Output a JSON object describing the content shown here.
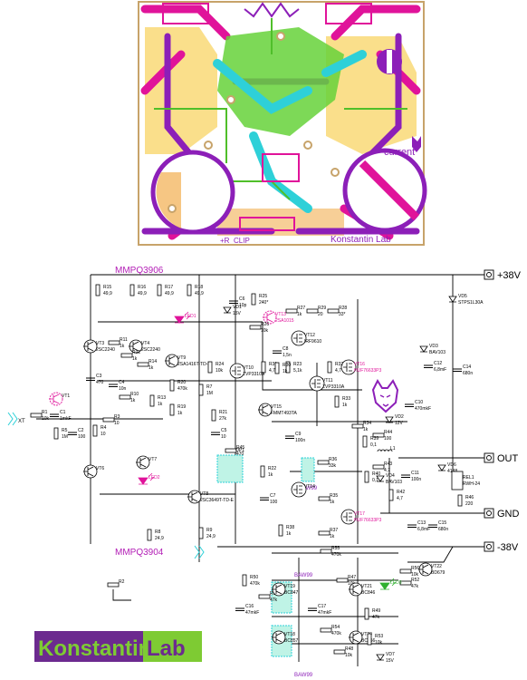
{
  "pcb": {
    "brand": "Konstantin Lab",
    "label_current": "current",
    "label_r": "+R",
    "label_clip": "CLIP",
    "palette": {
      "purple": "#8c1fb8",
      "magenta": "#e0139a",
      "green": "#66d23a",
      "cyan": "#2ed0d8",
      "yellow": "#f5c52b",
      "orange": "#f0a030",
      "copper": "#c7a36a"
    }
  },
  "schematic": {
    "rails": {
      "pos": "+38V",
      "out": "OUT",
      "gnd": "GND",
      "neg": "-38V"
    },
    "headings": {
      "top": "MMPQ3906",
      "bottom": "MMPQ3904"
    },
    "input": {
      "label": "XT"
    },
    "parts": [
      {
        "id": "R15",
        "value": "49,9"
      },
      {
        "id": "R16",
        "value": "49,9"
      },
      {
        "id": "R17",
        "value": "49,9"
      },
      {
        "id": "R18",
        "value": "49,9"
      },
      {
        "id": "LED1",
        "value": ""
      },
      {
        "id": "VT3",
        "value": "2SC2240"
      },
      {
        "id": "VT4",
        "value": "2SC2240"
      },
      {
        "id": "R11",
        "value": "1k"
      },
      {
        "id": "R12",
        "value": "1k"
      },
      {
        "id": "R14",
        "value": "1k"
      },
      {
        "id": "VT9",
        "value": "2SA1416T-TD-E"
      },
      {
        "id": "R24",
        "value": "10k"
      },
      {
        "id": "R25",
        "value": "240*"
      },
      {
        "id": "C6",
        "value": "10p"
      },
      {
        "id": "VD1",
        "value": "15V"
      },
      {
        "id": "VT13",
        "value": "2SA1015"
      },
      {
        "id": "R27",
        "value": "1k"
      },
      {
        "id": "R29",
        "value": "20"
      },
      {
        "id": "R28",
        "value": "33*"
      },
      {
        "id": "VT12",
        "value": "IRF9610"
      },
      {
        "id": "R26",
        "value": "10k"
      },
      {
        "id": "VD5",
        "value": "STPS1L30A"
      },
      {
        "id": "VD3",
        "value": "BAV103"
      },
      {
        "id": "C12",
        "value": "6,8mF"
      },
      {
        "id": "C14",
        "value": "680n"
      },
      {
        "id": "VT16",
        "value": "HUF76633P3"
      },
      {
        "id": "VT17",
        "value": "HUF76633P3"
      },
      {
        "id": "R31",
        "value": "4,7"
      },
      {
        "id": "R32",
        "value": "4,7"
      },
      {
        "id": "VT10",
        "value": "ZVP3310A"
      },
      {
        "id": "VT11",
        "value": "ZVP3310A"
      },
      {
        "id": "C8",
        "value": "1,5n"
      },
      {
        "id": "R23",
        "value": "5,1k"
      },
      {
        "id": "R30",
        "value": "1k"
      },
      {
        "id": "R33",
        "value": "1k"
      },
      {
        "id": "VT15",
        "value": "FMMT493TA"
      },
      {
        "id": "R34",
        "value": "1k"
      },
      {
        "id": "R44",
        "value": "100"
      },
      {
        "id": "C10",
        "value": "470mkF"
      },
      {
        "id": "VD2",
        "value": "12V"
      },
      {
        "id": "R39",
        "value": "0,1"
      },
      {
        "id": "L1",
        "value": ""
      },
      {
        "id": "R43",
        "value": "4,7"
      },
      {
        "id": "R40",
        "value": "0,1"
      },
      {
        "id": "C11",
        "value": "100n"
      },
      {
        "id": "VD4",
        "value": "BAV103"
      },
      {
        "id": "VD6",
        "value": "4148"
      },
      {
        "id": "REL1",
        "value": "RWH-24"
      },
      {
        "id": "R42",
        "value": "4,7"
      },
      {
        "id": "R46",
        "value": "220"
      },
      {
        "id": "C13",
        "value": "6,8mF"
      },
      {
        "id": "C15",
        "value": "680n"
      },
      {
        "id": "R1",
        "value": "10k"
      },
      {
        "id": "C1",
        "value": "1mkF"
      },
      {
        "id": "R5",
        "value": "1M"
      },
      {
        "id": "C2",
        "value": "100"
      },
      {
        "id": "VT1",
        "value": ""
      },
      {
        "id": "R3",
        "value": "10"
      },
      {
        "id": "R4",
        "value": "10"
      },
      {
        "id": "R10",
        "value": "1k"
      },
      {
        "id": "C3",
        "value": "470"
      },
      {
        "id": "C4",
        "value": "10n"
      },
      {
        "id": "R13",
        "value": "1k"
      },
      {
        "id": "R19",
        "value": "1k"
      },
      {
        "id": "R20",
        "value": "470k"
      },
      {
        "id": "R7",
        "value": "1M"
      },
      {
        "id": "R21",
        "value": "27k"
      },
      {
        "id": "C5",
        "value": "10"
      },
      {
        "id": "VT7",
        "value": ""
      },
      {
        "id": "VT6",
        "value": ""
      },
      {
        "id": "LED2",
        "value": ""
      },
      {
        "id": "VT8",
        "value": "2SC3649T-TD-E"
      },
      {
        "id": "R45",
        "value": "470"
      },
      {
        "id": "OP1",
        "value": ""
      },
      {
        "id": "R22",
        "value": "1k"
      },
      {
        "id": "C7",
        "value": "100"
      },
      {
        "id": "C9",
        "value": "100n"
      },
      {
        "id": "VT14",
        "value": ""
      },
      {
        "id": "R36",
        "value": "33k"
      },
      {
        "id": "R35",
        "value": "1k"
      },
      {
        "id": "R37",
        "value": "1k"
      },
      {
        "id": "R38",
        "value": "1k"
      },
      {
        "id": "R9",
        "value": "24,9"
      },
      {
        "id": "R8",
        "value": "24,9"
      },
      {
        "id": "R2",
        "value": ""
      },
      {
        "id": "R55",
        "value": "470k"
      },
      {
        "id": "R50",
        "value": "470k"
      },
      {
        "id": "R51",
        "value": "47k"
      },
      {
        "id": "C16",
        "value": "47mkF"
      },
      {
        "id": "VT19",
        "value": "BC847"
      },
      {
        "id": "VT18",
        "value": "BC857"
      },
      {
        "id": "C17",
        "value": "47mkF"
      },
      {
        "id": "R47",
        "value": "10k"
      },
      {
        "id": "VT21",
        "value": "BC846"
      },
      {
        "id": "VT20",
        "value": "BC856"
      },
      {
        "id": "R49",
        "value": "47k"
      },
      {
        "id": "R54",
        "value": "470k"
      },
      {
        "id": "R48",
        "value": "10k"
      },
      {
        "id": "R53",
        "value": "10k"
      },
      {
        "id": "VD7",
        "value": "15V"
      },
      {
        "id": "R56",
        "value": "10k"
      },
      {
        "id": "R52",
        "value": "47k"
      },
      {
        "id": "LED3",
        "value": ""
      },
      {
        "id": "VT22",
        "value": "BD679"
      }
    ],
    "chip_labels": {
      "baw99_a": "BAW99",
      "baw99_b": "BAW99",
      "baw99_c": "BAW99"
    }
  },
  "logo": {
    "part1": "Konstantin",
    "part2": "Lab"
  }
}
